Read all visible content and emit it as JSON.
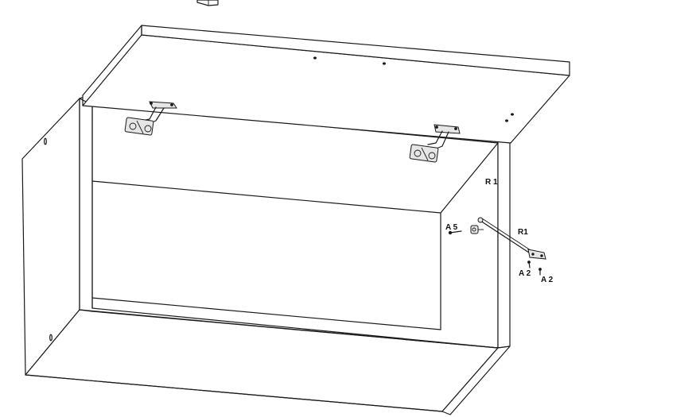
{
  "labels": {
    "r1_upper": "R 1",
    "r1_lower": "R1",
    "a5": "A 5",
    "a2_left": "A 2",
    "a2_right": "A 2"
  },
  "colors": {
    "line": "#1a1a1a",
    "background": "#ffffff",
    "hardware_fill": "#e6e6e6"
  }
}
